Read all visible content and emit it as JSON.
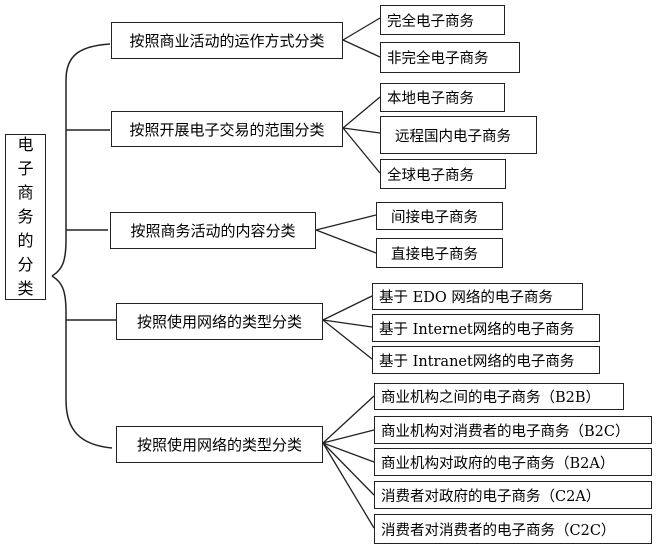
{
  "root": {
    "chars": [
      "电",
      "子",
      "商",
      "务",
      "的",
      "分",
      "类"
    ]
  },
  "categories": [
    {
      "label": "按照商业活动的运作方式分类",
      "items": [
        "完全电子商务",
        "非完全电子商务"
      ]
    },
    {
      "label": "按照开展电子交易的范围分类",
      "items": [
        "本地电子商务",
        "远程国内电子商务",
        "全球电子商务"
      ]
    },
    {
      "label": "按照商务活动的内容分类",
      "items": [
        "间接电子商务",
        "直接电子商务"
      ]
    },
    {
      "label": "按照使用网络的类型分类",
      "items": [
        "基于 EDO 网络的电子商务",
        "基于 Internet网络的电子商务",
        "基于 Intranet网络的电子商务"
      ]
    },
    {
      "label": "按照使用网络的类型分类",
      "items": [
        "商业机构之间的电子商务（B2B）",
        "商业机构对消费者的电子商务（B2C）",
        "商业机构对政府的电子商务（B2A）",
        "消费者对政府的电子商务（C2A）",
        "消费者对消费者的电子商务（C2C）"
      ]
    }
  ],
  "colors": {
    "line": "#222222",
    "background": "#ffffff"
  }
}
